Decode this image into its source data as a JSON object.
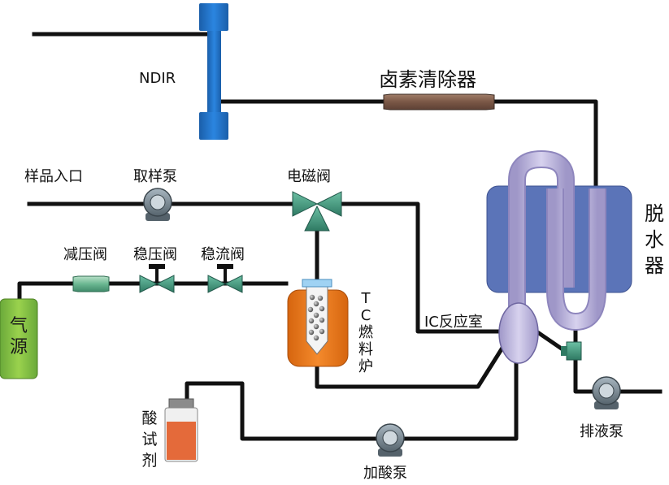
{
  "labels": {
    "ndir": "NDIR",
    "halogen_remover": "卤素清除器",
    "sample_inlet": "样品入口",
    "sampling_pump": "取样泵",
    "solenoid_valve": "电磁阀",
    "dehydrator": "脱水器",
    "pressure_reducing_valve": "减压阀",
    "pressure_stabilizing_valve": "稳压阀",
    "flow_stabilizing_valve": "稳流阀",
    "gas_source": "气源",
    "tc_furnace": "TC燃料炉",
    "ic_reactor": "IC反应室",
    "acid_reagent": "酸试剂",
    "acid_pump": "加酸泵",
    "drain_pump": "排液泵"
  },
  "colors": {
    "pipe": "#111111",
    "ndir_blue": "#1f6fc4",
    "halogen_brown": "#8a6552",
    "dehydrator_blue": "#5b74b8",
    "u_tube_lavender": "#b5aed6",
    "valve_green": "#3f8f7a",
    "gas_green": "#7fbd3a",
    "furnace_orange": "#e8741c",
    "acid_orange": "#e46a3a",
    "pump_gray": "#7d8e99"
  }
}
